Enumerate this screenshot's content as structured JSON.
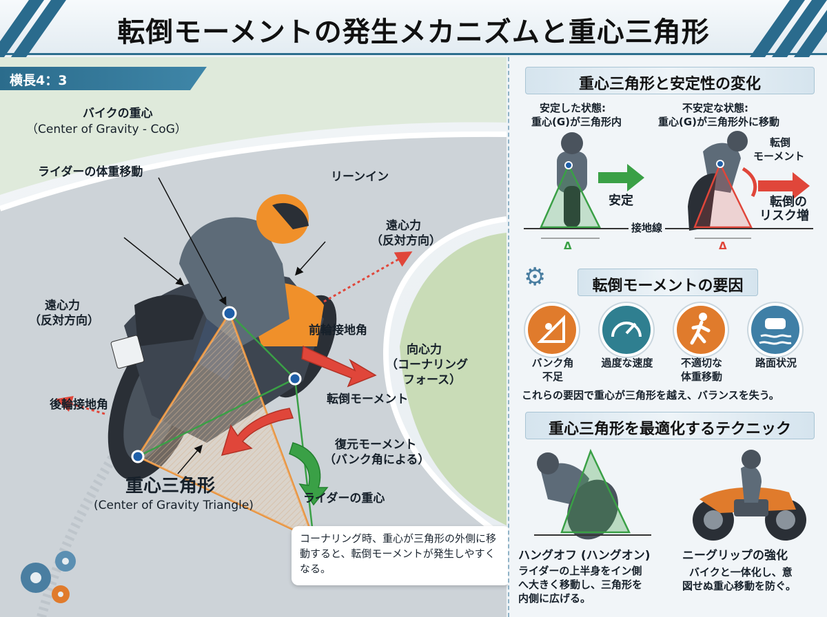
{
  "header": {
    "title": "転倒モーメントの発生メカニズムと重心三角形"
  },
  "left": {
    "aspect_tag": "横長4：3",
    "labels": {
      "bike_cog_title": "バイクの重心",
      "bike_cog_en": "（Center of Gravity - CoG）",
      "rider_shift": "ライダーの体重移動",
      "lean_in": "リーンイン",
      "centrifugal_right_1": "遠心力",
      "centrifugal_right_2": "（反対方向）",
      "centrifugal_left_1": "遠心力",
      "centrifugal_left_2": "（反対方向）",
      "front_contact": "前輪接地角",
      "centripetal_1": "向心力",
      "centripetal_2": "（コーナリング",
      "centripetal_3": "フォース）",
      "overturn_moment": "転倒モーメント",
      "rear_contact": "後輪接地角",
      "restoring_1": "復元モーメント",
      "restoring_2": "（バンク角による）",
      "cog_triangle": "重心三角形",
      "cog_triangle_en": "(Center of Gravity Triangle)",
      "rider_cog": "ライダーの重心"
    },
    "note": "コーナリング時、重心が三角形の外側に移動すると、転倒モーメントが発生しやすくなる。"
  },
  "right": {
    "stability": {
      "heading": "重心三角形と安定性の変化",
      "stable_1": "安定した状態:",
      "stable_2": "重心(G)が三角形内",
      "unstable_1": "不安定な状態:",
      "unstable_2": "重心(G)が三角形外に移動",
      "stable_word": "安定",
      "overturn_1": "転倒",
      "overturn_2": "モーメント",
      "risk_1": "転倒の",
      "risk_2": "リスク増",
      "ground_line": "接地線",
      "delta": "Δ"
    },
    "factors": {
      "heading": "転倒モーメントの要因",
      "items": [
        {
          "label": "バンク角\n不足",
          "color": "#e07b2c",
          "icon": "bank-angle-icon"
        },
        {
          "label": "過度な速度",
          "color": "#2f7f90",
          "icon": "speedometer-icon"
        },
        {
          "label": "不適切な\n体重移動",
          "color": "#e07b2c",
          "icon": "walking-person-icon"
        },
        {
          "label": "路面状況",
          "color": "#3f7fa6",
          "icon": "road-surface-icon"
        }
      ],
      "summary": "これらの要因で重心が三角形を越え、バランスを失う。"
    },
    "technique": {
      "heading": "重心三角形を最適化するテクニック",
      "hangoff_title": "ハングオフ (ハングオン)",
      "hangoff_desc_1": "ライダーの上半身をイン側",
      "hangoff_desc_2": "へ大きく移動し、三角形を",
      "hangoff_desc_3": "内側に広げる。",
      "kneegrip_title": "ニーグリップの強化",
      "kneegrip_desc_1": "バイクと一体化し、意",
      "kneegrip_desc_2": "図せぬ重心移動を防ぐ。"
    }
  },
  "colors": {
    "accent_blue": "#2b6c8c",
    "triangle_orange": "#e8913a",
    "arrow_red": "#e0463a",
    "arrow_green": "#3aa046",
    "bike_orange": "#f0902a"
  }
}
